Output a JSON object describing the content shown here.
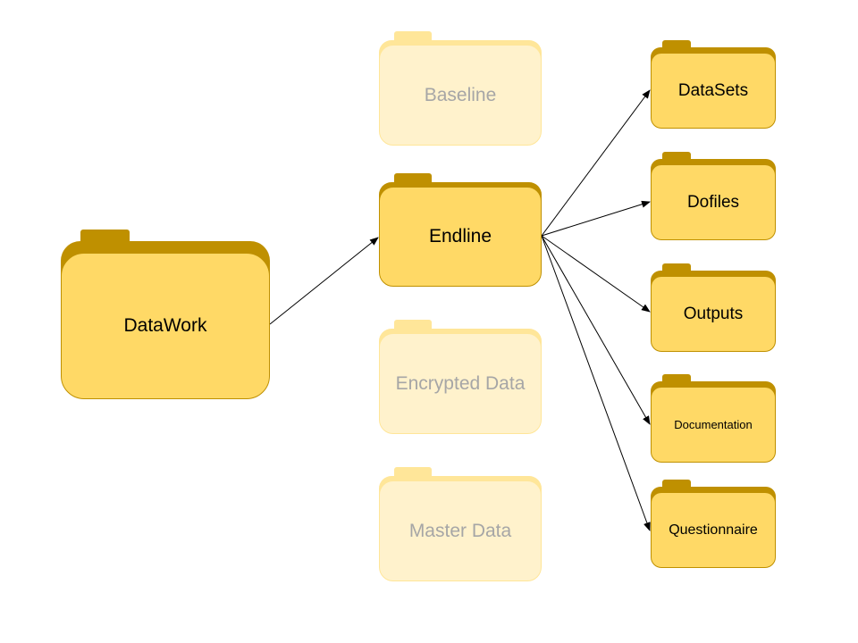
{
  "folders": {
    "datawork": {
      "label": "DataWork",
      "state": "active"
    },
    "baseline": {
      "label": "Baseline",
      "state": "faded"
    },
    "endline": {
      "label": "Endline",
      "state": "active"
    },
    "encrypted": {
      "label": "Encrypted Data",
      "state": "faded"
    },
    "master": {
      "label": "Master Data",
      "state": "faded"
    },
    "datasets": {
      "label": "DataSets",
      "state": "active"
    },
    "dofiles": {
      "label": "Dofiles",
      "state": "active"
    },
    "outputs": {
      "label": "Outputs",
      "state": "active"
    },
    "documentation": {
      "label": "Documentation",
      "state": "active"
    },
    "questionnaire": {
      "label": "Questionnaire",
      "state": "active"
    }
  },
  "connections": [
    {
      "from": "DataWork",
      "to": "Endline"
    },
    {
      "from": "Endline",
      "to": "DataSets"
    },
    {
      "from": "Endline",
      "to": "Dofiles"
    },
    {
      "from": "Endline",
      "to": "Outputs"
    },
    {
      "from": "Endline",
      "to": "Documentation"
    },
    {
      "from": "Endline",
      "to": "Questionnaire"
    }
  ],
  "colors": {
    "active_fill": "#ffd966",
    "active_tab": "#bf9000",
    "faded_fill": "#fff2cc",
    "faded_tab": "#ffe699",
    "faded_text": "#a6a6a6",
    "arrow": "#000000"
  }
}
